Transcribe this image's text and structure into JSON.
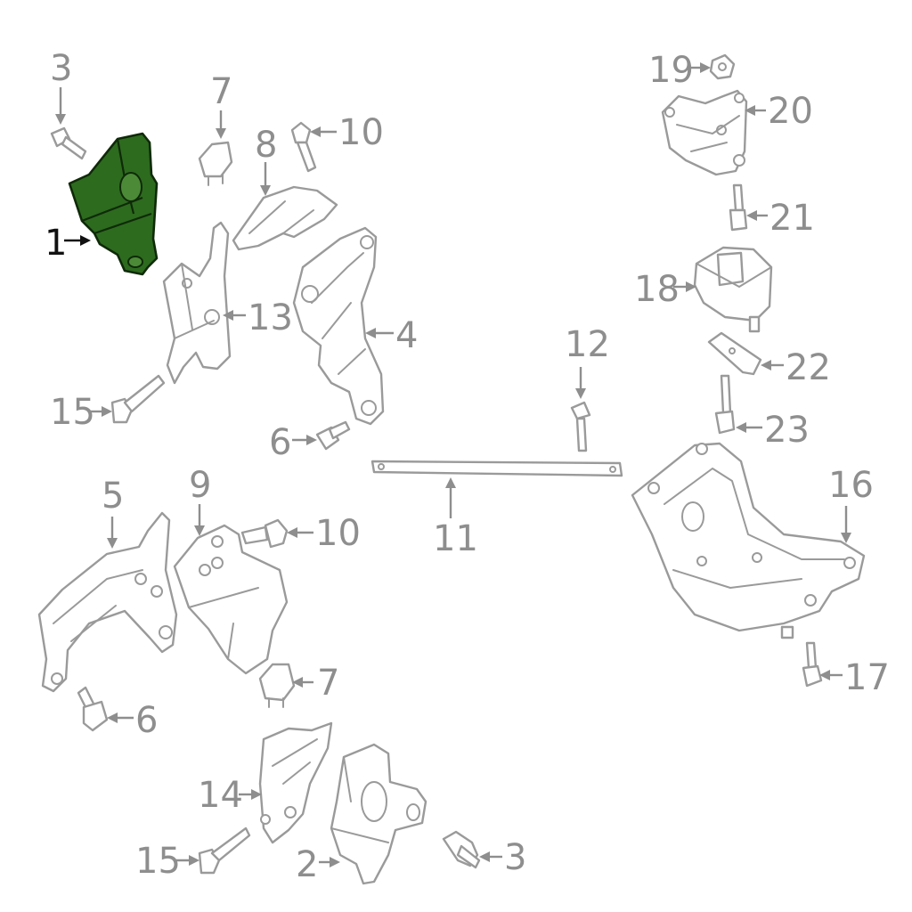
{
  "diagram": {
    "highlighted_callout": "1",
    "highlight_color": "#2d6b1f",
    "callouts": [
      {
        "id": "c1",
        "label": "1"
      },
      {
        "id": "c2",
        "label": "2"
      },
      {
        "id": "c3a",
        "label": "3"
      },
      {
        "id": "c3b",
        "label": "3"
      },
      {
        "id": "c4",
        "label": "4"
      },
      {
        "id": "c5",
        "label": "5"
      },
      {
        "id": "c6a",
        "label": "6"
      },
      {
        "id": "c6b",
        "label": "6"
      },
      {
        "id": "c7a",
        "label": "7"
      },
      {
        "id": "c7b",
        "label": "7"
      },
      {
        "id": "c8",
        "label": "8"
      },
      {
        "id": "c9",
        "label": "9"
      },
      {
        "id": "c10a",
        "label": "10"
      },
      {
        "id": "c10b",
        "label": "10"
      },
      {
        "id": "c11",
        "label": "11"
      },
      {
        "id": "c12",
        "label": "12"
      },
      {
        "id": "c13",
        "label": "13"
      },
      {
        "id": "c14",
        "label": "14"
      },
      {
        "id": "c15a",
        "label": "15"
      },
      {
        "id": "c15b",
        "label": "15"
      },
      {
        "id": "c16",
        "label": "16"
      },
      {
        "id": "c17",
        "label": "17"
      },
      {
        "id": "c18",
        "label": "18"
      },
      {
        "id": "c19",
        "label": "19"
      },
      {
        "id": "c20",
        "label": "20"
      },
      {
        "id": "c21",
        "label": "21"
      },
      {
        "id": "c22",
        "label": "22"
      },
      {
        "id": "c23",
        "label": "23"
      }
    ]
  }
}
